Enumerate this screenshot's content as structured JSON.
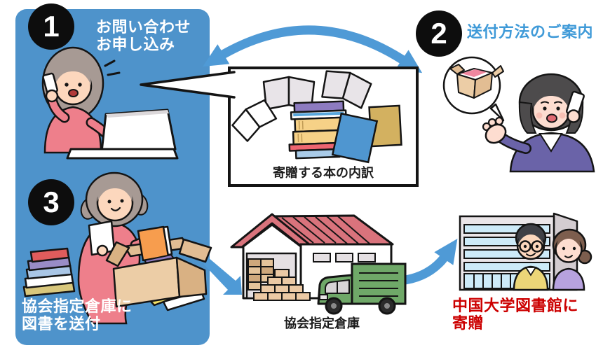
{
  "steps": [
    {
      "number": "1",
      "lines": [
        "お問い合わせ",
        "お申し込み"
      ]
    },
    {
      "number": "2",
      "lines": [
        "送付方法のご案内"
      ]
    },
    {
      "number": "3",
      "lines": [
        "協会指定倉庫に",
        "図書を送付"
      ]
    }
  ],
  "center_box": {
    "caption": "寄贈する本の内訳"
  },
  "warehouse": {
    "caption": "協会指定倉庫"
  },
  "library": {
    "caption_lines": [
      "中国大学図書館に",
      "寄贈"
    ]
  },
  "colors": {
    "panel_blue": "#4e93cb",
    "arrow_blue": "#4f9ad6",
    "step2_text_blue": "#3f9ad8",
    "library_text_red": "#cc0000",
    "badge_black": "#0d0d0d"
  }
}
